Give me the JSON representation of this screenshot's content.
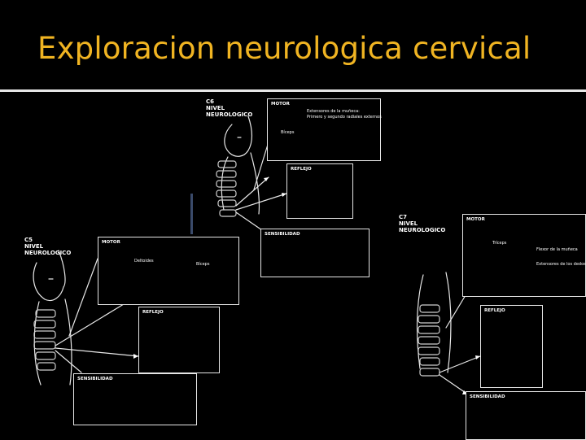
{
  "slide": {
    "title": "Exploracion neurologica cervical"
  },
  "figure": {
    "c6": {
      "level": "C6\nNIVEL\nNEUROLOGICO",
      "motor": "MOTOR",
      "motor_muscle_1": "Extensores de la muñeca:",
      "motor_muscle_2": "Primero y segundo radiales externos",
      "motor_muscle_3": "Bíceps",
      "reflex": "REFLEJO",
      "sensory": "SENSIBILIDAD"
    },
    "c5": {
      "level": "C5\nNIVEL\nNEUROLOGICO",
      "motor": "MOTOR",
      "motor_muscle_1": "Deltoides",
      "motor_muscle_2": "Bíceps",
      "reflex": "REFLEJO",
      "sensory": "SENSIBILIDAD"
    },
    "c7": {
      "level": "C7\nNIVEL\nNEUROLOGICO",
      "motor": "MOTOR",
      "motor_muscle_1": "Tríceps",
      "motor_muscle_2": "Flexor de la muñeca",
      "motor_muscle_3": "Extensores de los dedos",
      "reflex": "REFLEJO",
      "sensory": "SENSIBILIDAD"
    }
  }
}
